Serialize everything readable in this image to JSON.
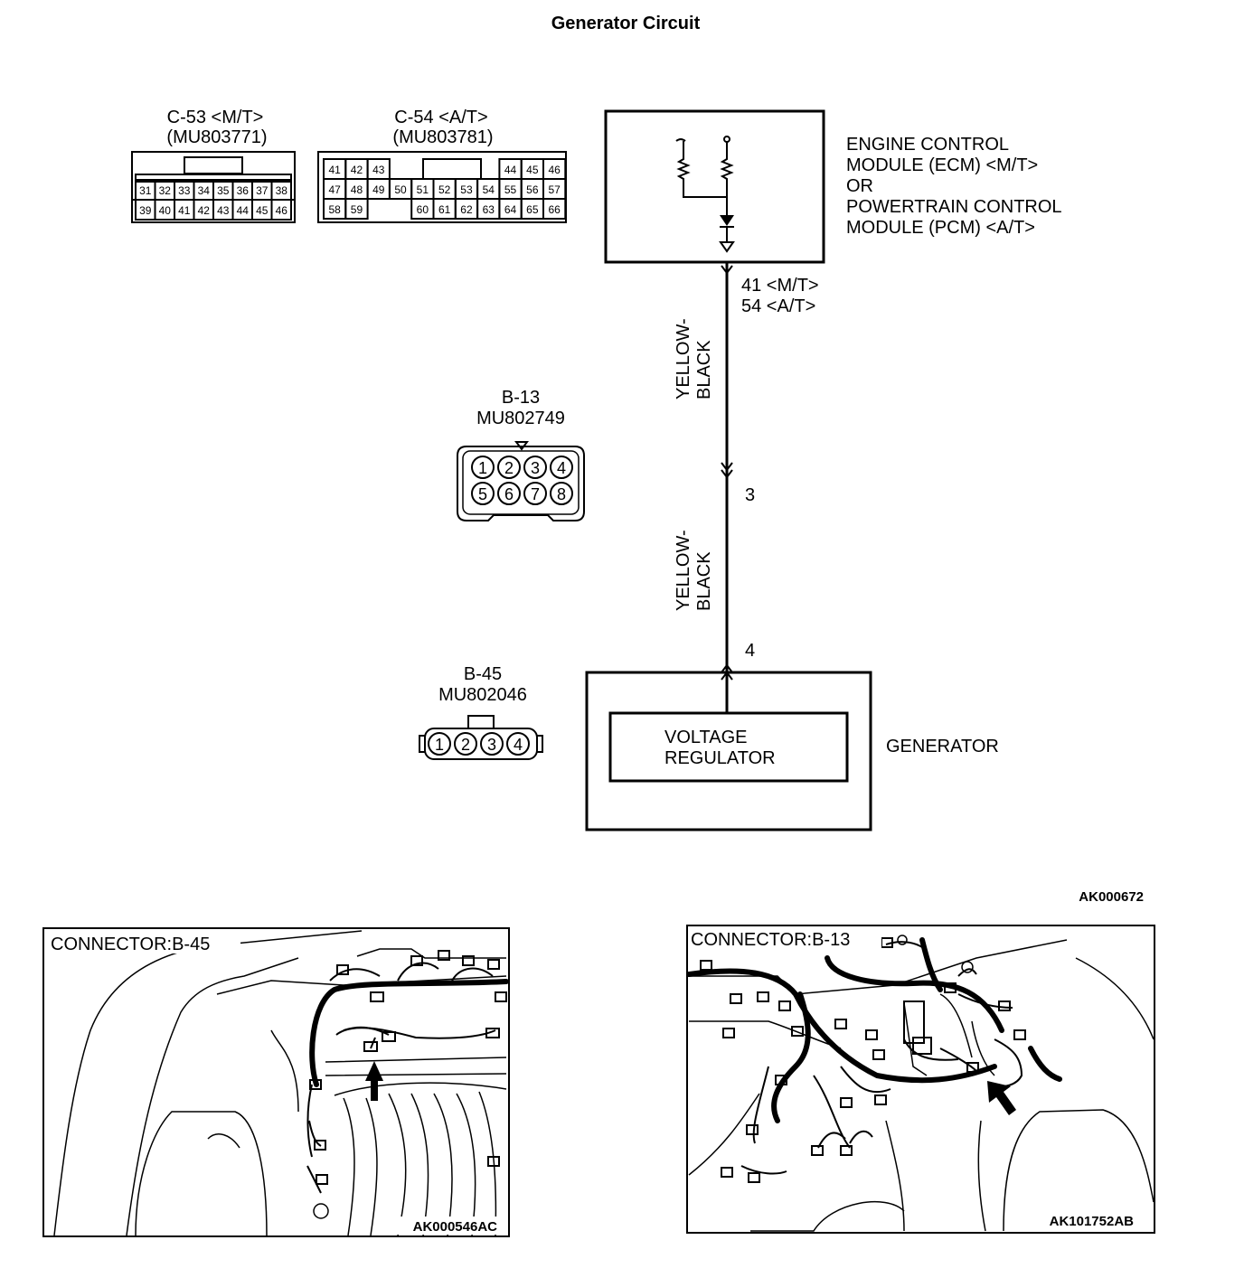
{
  "title": "Generator Circuit",
  "connectors": {
    "c53": {
      "name": "C-53 <M/T>",
      "part": "(MU803771)",
      "row1": [
        "31",
        "32",
        "33",
        "34",
        "35",
        "36",
        "37",
        "38"
      ],
      "row2": [
        "39",
        "40",
        "41",
        "42",
        "43",
        "44",
        "45",
        "46"
      ]
    },
    "c54": {
      "name": "C-54 <A/T>",
      "part": "(MU803781)",
      "row1": [
        "41",
        "42",
        "43",
        "44",
        "45",
        "46"
      ],
      "row2": [
        "47",
        "48",
        "49",
        "50",
        "51",
        "52",
        "53",
        "54",
        "55",
        "56",
        "57"
      ],
      "row3": [
        "58",
        "59",
        "60",
        "61",
        "62",
        "63",
        "64",
        "65",
        "66"
      ]
    },
    "b13": {
      "name": "B-13",
      "part": "MU802749",
      "pins": [
        "1",
        "2",
        "3",
        "4",
        "5",
        "6",
        "7",
        "8"
      ]
    },
    "b45": {
      "name": "B-45",
      "part": "MU802046",
      "pins": [
        "1",
        "2",
        "3",
        "4"
      ]
    }
  },
  "ecm": {
    "line1": "ENGINE CONTROL",
    "line2": "MODULE (ECM) <M/T>",
    "line3": "OR",
    "line4": "POWERTRAIN CONTROL",
    "line5": "MODULE (PCM) <A/T>"
  },
  "wiring": {
    "ecm_pin_mt": "41 <M/T>",
    "ecm_pin_at": "54 <A/T>",
    "wire_upper_1": "YELLOW-",
    "wire_upper_2": "BLACK",
    "b13_pin": "3",
    "wire_lower_1": "YELLOW-",
    "wire_lower_2": "BLACK",
    "gen_pin": "4"
  },
  "generator": {
    "label": "GENERATOR",
    "regulator_line1": "VOLTAGE",
    "regulator_line2": "REGULATOR"
  },
  "diagram_code": "AK000672",
  "photos": {
    "left": {
      "label": "CONNECTOR:B-45",
      "code": "AK000546AC"
    },
    "right": {
      "label": "CONNECTOR:B-13",
      "code": "AK101752AB"
    }
  }
}
